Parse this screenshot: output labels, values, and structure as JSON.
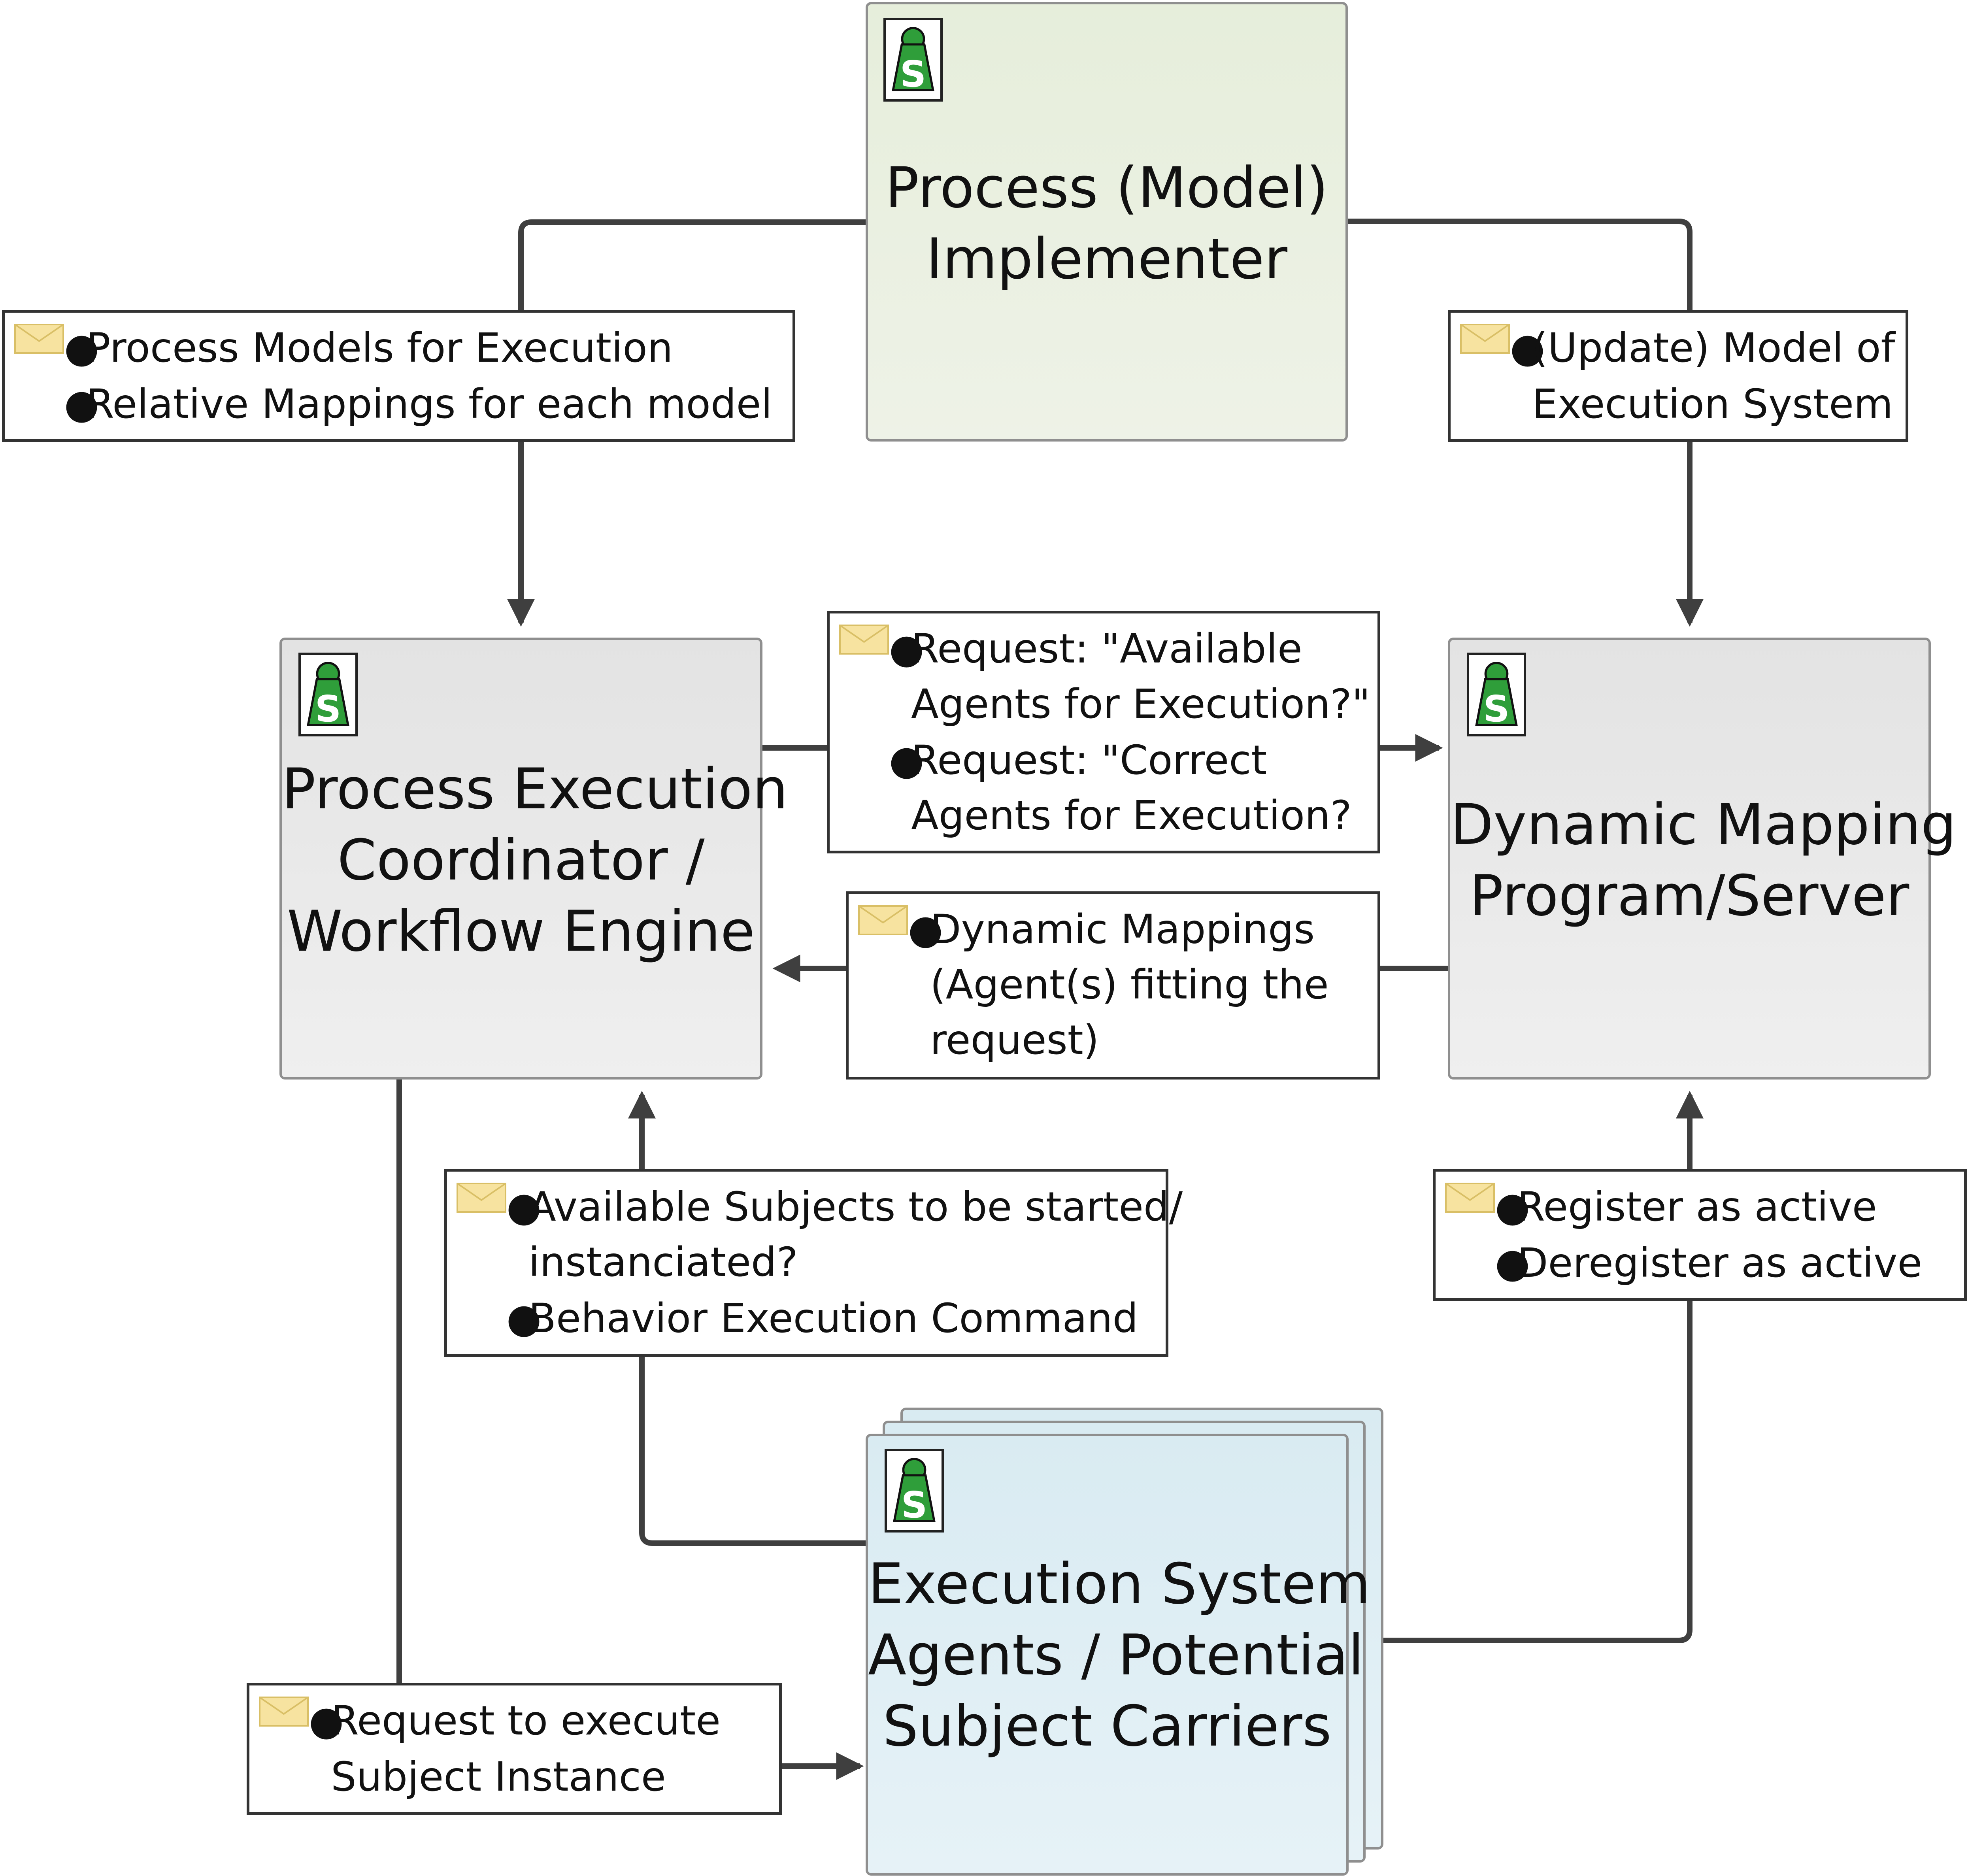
{
  "subjects": {
    "implementer": {
      "title_lines": [
        "Process (Model)",
        "Implementer"
      ],
      "icon": "subject-s-icon"
    },
    "coordinator": {
      "title_lines": [
        "Process Execution",
        "Coordinator /",
        "Workflow Engine"
      ],
      "icon": "subject-s-icon"
    },
    "mapping": {
      "title_lines": [
        "Dynamic Mapping",
        "Program/Server"
      ],
      "icon": "subject-s-icon"
    },
    "agents": {
      "title_lines": [
        "Execution System",
        "Agents / Potential",
        "Subject Carriers"
      ],
      "icon": "subject-s-icon"
    }
  },
  "messages": {
    "models": {
      "icon": "envelope-icon",
      "items": [
        "Process Models for Execution",
        "Relative Mappings for each model"
      ]
    },
    "update": {
      "icon": "envelope-icon",
      "lines": [
        "(Update) Model of",
        "Execution System"
      ]
    },
    "request_agents": {
      "icon": "envelope-icon",
      "items": [
        {
          "lines": [
            "Request: \"Available",
            "Agents for Execution?\""
          ]
        },
        {
          "lines": [
            "Request: \"Correct",
            "Agents for Execution?"
          ]
        }
      ]
    },
    "dynamic": {
      "icon": "envelope-icon",
      "lines": [
        "Dynamic Mappings",
        "(Agent(s) fitting the",
        "request)"
      ]
    },
    "available": {
      "icon": "envelope-icon",
      "lines": [
        "Available Subjects to be started/",
        "instanciated?"
      ],
      "item2": "Behavior Execution Command"
    },
    "register": {
      "icon": "envelope-icon",
      "items": [
        "Register as active",
        "Deregister as active"
      ]
    },
    "execute": {
      "icon": "envelope-icon",
      "lines": [
        "Request to execute",
        "Subject Instance"
      ]
    }
  },
  "colors": {
    "implementer_fill": "#e6eedb",
    "coordinator_fill": "#e3e3e3",
    "mapping_fill": "#e3e3e3",
    "agents_fill": "#d9ebf2",
    "connector": "#3f3f3f",
    "envelope": "#f7e3a0",
    "icon_green": "#2f9e3a"
  }
}
